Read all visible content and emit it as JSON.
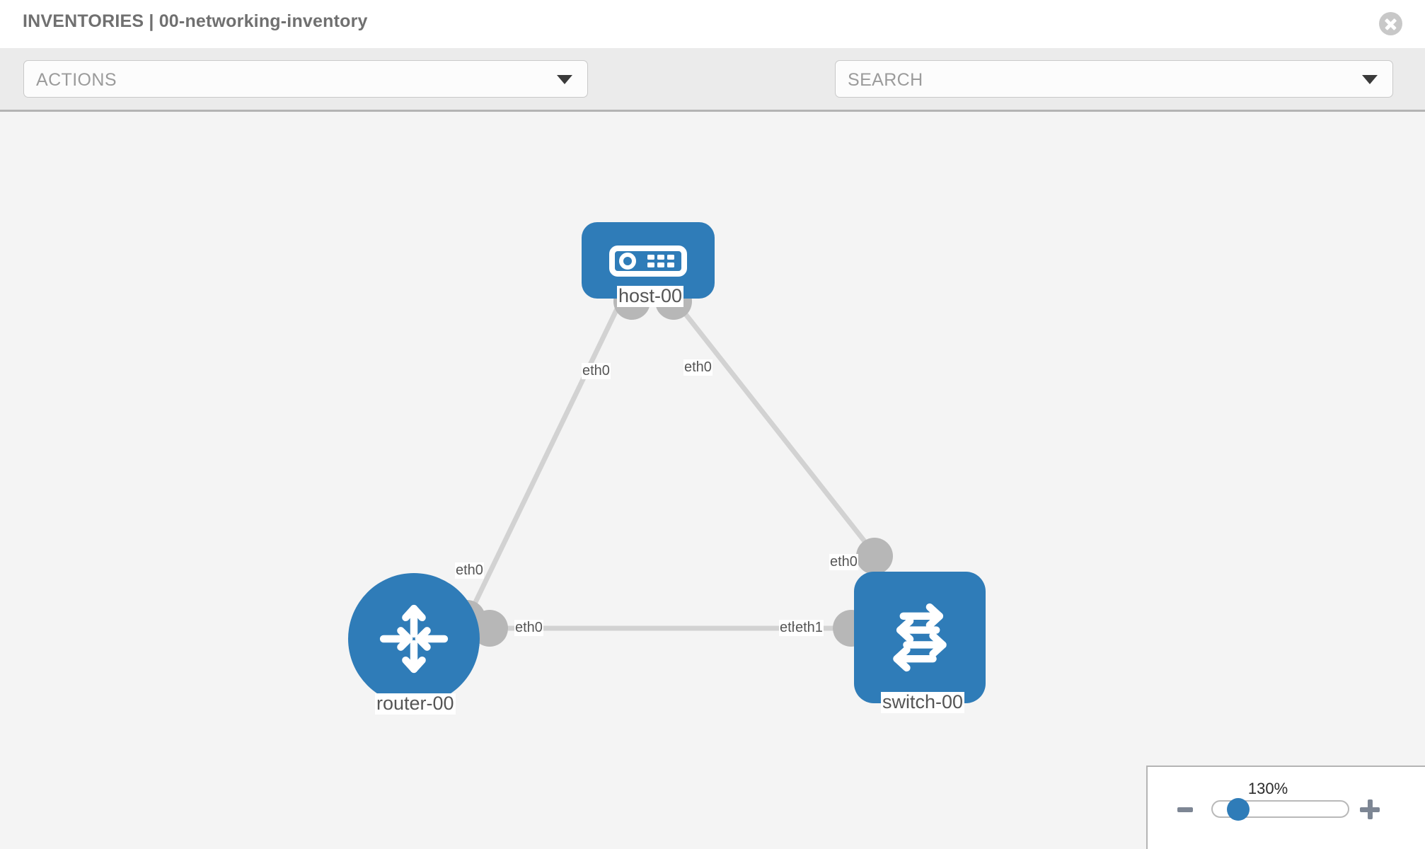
{
  "header": {
    "title": "INVENTORIES | 00-networking-inventory",
    "close_icon": "close-icon"
  },
  "toolbar": {
    "actions_label": "ACTIONS",
    "actions_caret": "chevron-down-icon",
    "wrench_icon": "wrench-icon",
    "key_icon": "key-icon",
    "search_placeholder": "SEARCH",
    "search_value": "",
    "search_caret": "chevron-down-icon"
  },
  "topology": {
    "nodes": [
      {
        "id": "host-00",
        "label": "host-00",
        "type": "host",
        "shape": "rounded-rect",
        "icon": "server-icon"
      },
      {
        "id": "router-00",
        "label": "router-00",
        "type": "router",
        "shape": "circle",
        "icon": "router-arrows-icon"
      },
      {
        "id": "switch-00",
        "label": "switch-00",
        "type": "switch",
        "shape": "rounded-square",
        "icon": "switch-arrows-icon"
      }
    ],
    "links": [
      {
        "source": "host-00",
        "target": "router-00",
        "source_iface": "eth0",
        "target_iface": "eth0"
      },
      {
        "source": "host-00",
        "target": "switch-00",
        "source_iface": "eth0",
        "target_iface": "eth0"
      },
      {
        "source": "router-00",
        "target": "switch-00",
        "source_iface": "eth0",
        "target_iface": "eth1"
      }
    ],
    "iface_labels": {
      "host_left": "eth0",
      "host_right": "eth0",
      "router_up": "eth0",
      "switch_up": "eth0",
      "router_right": "eth0",
      "switch_left_a": "eth",
      "switch_left_b": "eth1"
    }
  },
  "zoom_control": {
    "level": "130%",
    "minus_label": "minus-icon",
    "plus_label": "plus-icon",
    "slider_value": 62
  },
  "colors": {
    "node_blue": "#2f7cb8",
    "link_gray": "#d2d2d2",
    "connector_gray": "#b7b7b7",
    "canvas_bg": "#f4f4f4",
    "toolbar_bg": "#ebebeb",
    "text_gray": "#707070"
  }
}
